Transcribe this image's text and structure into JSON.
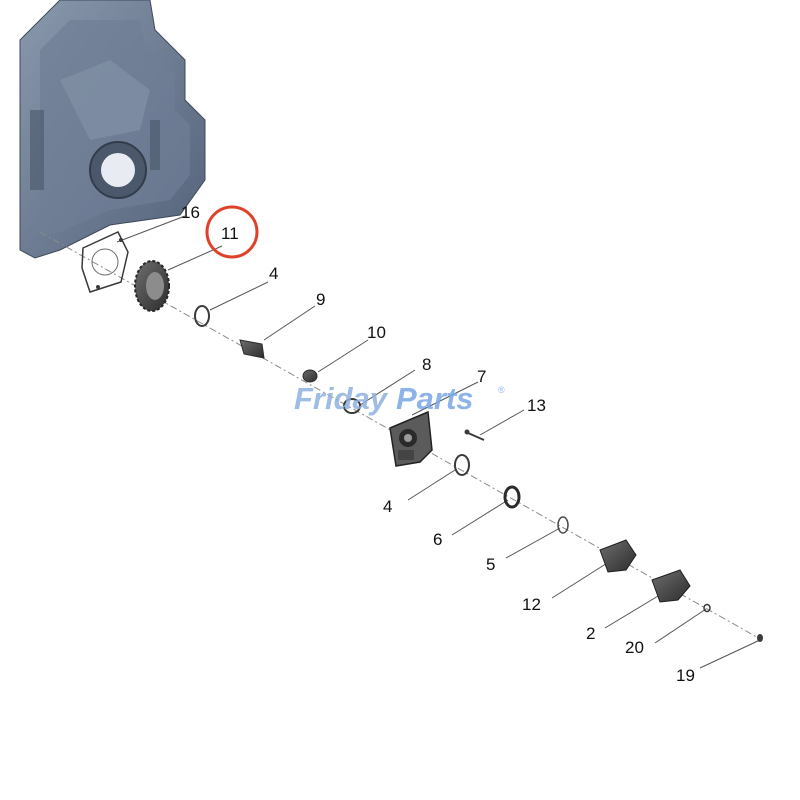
{
  "diagram": {
    "callouts": [
      "16",
      "11",
      "4",
      "9",
      "10",
      "8",
      "7",
      "13",
      "4",
      "6",
      "5",
      "12",
      "2",
      "20",
      "19"
    ],
    "highlight_color": "#e0412a"
  },
  "watermark": {
    "part_a": "Friday",
    "part_b": "Parts",
    "mark": "®"
  }
}
